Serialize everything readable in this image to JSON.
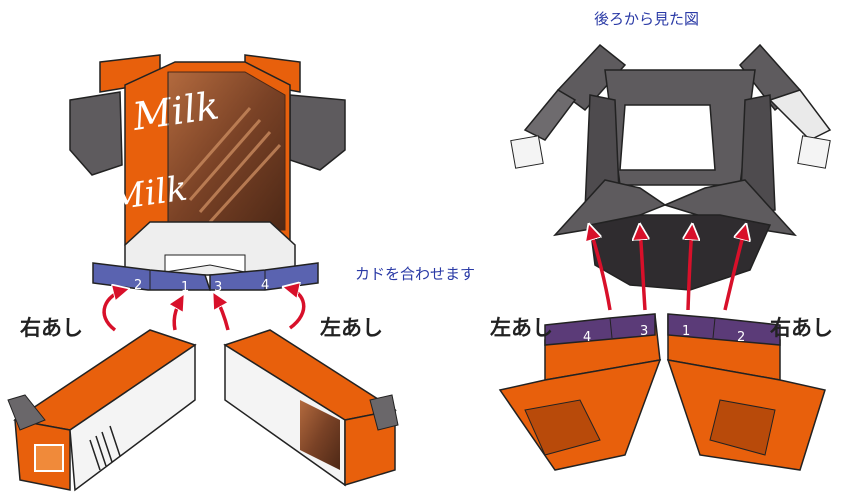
{
  "title_back_view": "後ろから見た図",
  "instruction": "カドを合わせます",
  "labels": {
    "right_leg": "右あし",
    "left_leg": "左あし"
  },
  "tab_numbers_front": [
    "2",
    "1",
    "3",
    "4"
  ],
  "tab_numbers_back": [
    "4",
    "3",
    "1",
    "2"
  ],
  "box_text": "Milk",
  "colors": {
    "orange": "#e8600c",
    "chocolate": "#7a4a2e",
    "gray": "#5e5b5e",
    "dark_gray": "#3f3c3f",
    "blue_tab": "#5a63b0",
    "purple_tab": "#5b3b78",
    "arrow_red": "#d8102a",
    "text_blue": "#2a3aa6"
  }
}
